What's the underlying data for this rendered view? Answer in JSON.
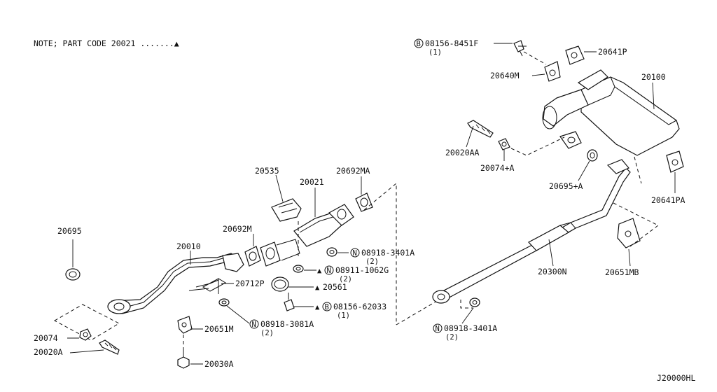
{
  "note": {
    "text": "NOTE; PART CODE 20021 .......▲"
  },
  "diagram_code": "J20000HL",
  "labels": {
    "p20695": "20695",
    "p20010": "20010",
    "p20074": "20074",
    "p20020A": "20020A",
    "p20030A": "20030A",
    "p20651M": "20651M",
    "p20712P": "20712P",
    "p20692M": "20692M",
    "p20535": "20535",
    "p20021": "20021",
    "p20692MA": "20692MA",
    "p08918_3401A_a": "08918-3401A",
    "p08918_3401A_a_qty": "(2)",
    "p08911_1062G": "08911-1062G",
    "p08911_1062G_qty": "(2)",
    "p20561": "20561",
    "p08156_62033": "08156-62033",
    "p08156_62033_qty": "(1)",
    "p08918_3081A": "08918-3081A",
    "p08918_3081A_qty": "(2)",
    "p08156_8451F": "08156-8451F",
    "p08156_8451F_qty": "(1)",
    "p20641P": "20641P",
    "p20640M": "20640M",
    "p20100": "20100",
    "p20020AA": "20020AA",
    "p20074A": "20074+A",
    "p20695A": "20695+A",
    "p20641PA": "20641PA",
    "p20651MB": "20651MB",
    "p20300N": "20300N",
    "p08918_3401A_b": "08918-3401A",
    "p08918_3401A_b_qty": "(2)"
  },
  "symbols": {
    "b_circle": "B",
    "n_circle": "N",
    "triangle": "▲"
  }
}
